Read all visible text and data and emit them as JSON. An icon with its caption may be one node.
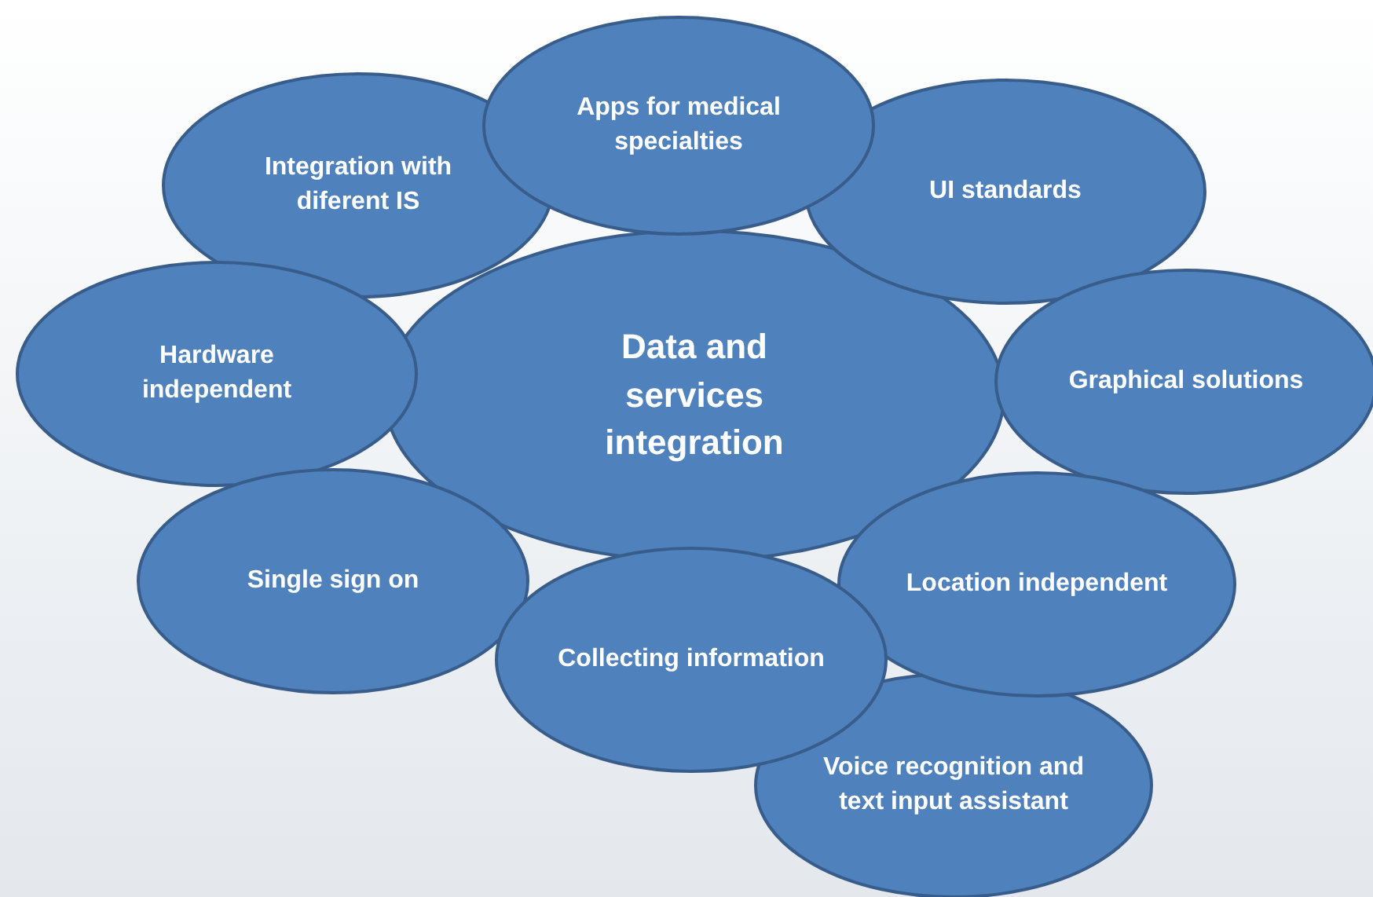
{
  "diagram": {
    "nodes": [
      {
        "text": [
          "Data and services integration"
        ]
      },
      {
        "text": [
          "Apps for medical specialties"
        ]
      },
      {
        "text": [
          "UI standards"
        ]
      },
      {
        "text": [
          "Graphical solutions"
        ]
      },
      {
        "text": [
          "Location independent"
        ]
      },
      {
        "text": [
          "Voice recognition and text input assistant"
        ]
      },
      {
        "text": [
          "Collecting information"
        ]
      },
      {
        "text": [
          "Single sign on"
        ]
      },
      {
        "text": [
          "Hardware independent"
        ]
      },
      {
        "text": [
          "Integration with diferent IS"
        ]
      }
    ]
  }
}
